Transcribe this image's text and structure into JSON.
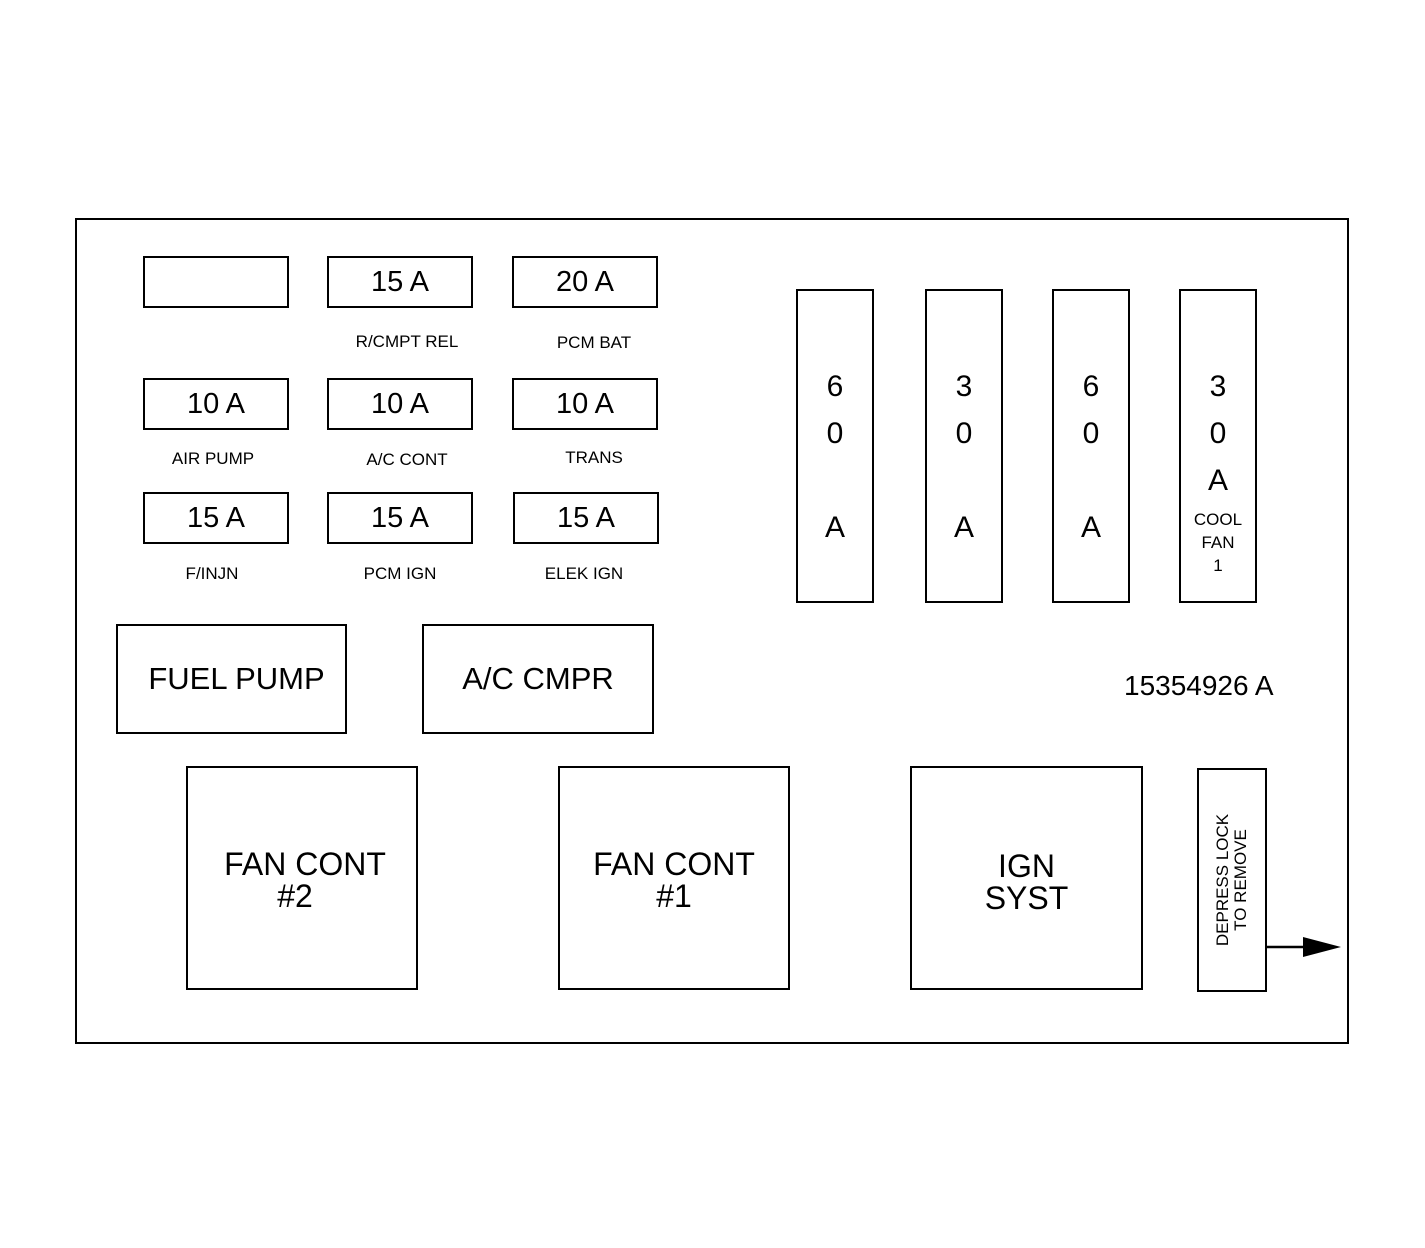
{
  "fuses": [
    {
      "value": "",
      "label": ""
    },
    {
      "value": "15 A",
      "label": "R/CMPT REL"
    },
    {
      "value": "20 A",
      "label": "PCM BAT"
    },
    {
      "value": "10 A",
      "label": "AIR PUMP"
    },
    {
      "value": "10 A",
      "label": "A/C CONT"
    },
    {
      "value": "10 A",
      "label": "TRANS"
    },
    {
      "value": "15 A",
      "label": "F/INJN"
    },
    {
      "value": "15 A",
      "label": "PCM IGN"
    },
    {
      "value": "15 A",
      "label": "ELEK IGN"
    }
  ],
  "maxi_fuses": [
    {
      "digit1": "6",
      "digit2": "0",
      "unit": "A",
      "label": ""
    },
    {
      "digit1": "3",
      "digit2": "0",
      "unit": "A",
      "label": ""
    },
    {
      "digit1": "6",
      "digit2": "0",
      "unit": "A",
      "label": ""
    },
    {
      "digit1": "3",
      "digit2": "0",
      "unit": "A",
      "label_line1": "COOL",
      "label_line2": "FAN",
      "label_line3": "1"
    }
  ],
  "relays": {
    "fuel_pump": "FUEL PUMP",
    "ac_cmpr": "A/C CMPR",
    "fan_cont_2_line1": "FAN CONT",
    "fan_cont_2_line2": "#2",
    "fan_cont_1_line1": "FAN CONT",
    "fan_cont_1_line2": "#1",
    "ign_syst_line1": "IGN",
    "ign_syst_line2": "SYST"
  },
  "part_number": "15354926 A",
  "lock": {
    "line1": "DEPRESS LOCK",
    "line2": "TO REMOVE"
  }
}
